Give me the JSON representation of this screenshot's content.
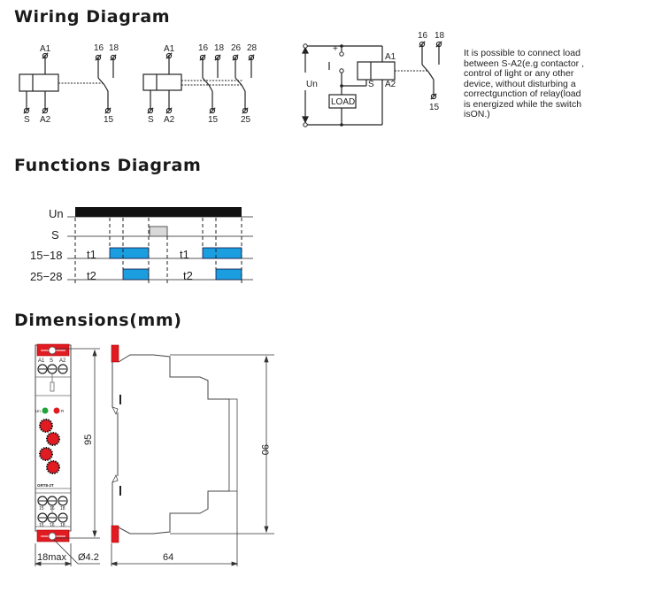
{
  "sections": {
    "wiring": {
      "title": "Wiring Diagram"
    },
    "functions": {
      "title": "Functions Diagram"
    },
    "dimensions": {
      "title": "Dimensions(mm)"
    }
  },
  "wiring": {
    "diagram1": {
      "coil_top": "A1",
      "coil_bottom_left": "S",
      "coil_bottom_right": "A2",
      "contacts_top": [
        "16",
        "18"
      ],
      "contact_common": "15"
    },
    "diagram2": {
      "coil_top": "A1",
      "coil_bottom_left": "S",
      "coil_bottom_right": "A2",
      "contacts_top": [
        "16",
        "18",
        "26",
        "28"
      ],
      "contact_commons": [
        "15",
        "25"
      ]
    },
    "diagram3": {
      "supply_label": "Un",
      "switch_polarity": "+",
      "coil_top": "A1",
      "coil_bottom_left": "S",
      "coil_bottom_right": "A2",
      "load_label": "LOAD",
      "contacts_top": [
        "16",
        "18"
      ],
      "contact_common": "15"
    },
    "note_lines": [
      "It is possible to connect load",
      "between S-A2(e.g contactor ,",
      "control of light or any other",
      "device, without disturbing a",
      "correctgunction of relay(load",
      "is energized while the switch",
      "isON.)"
    ]
  },
  "functions": {
    "rows": [
      {
        "label": "Un"
      },
      {
        "label": "S"
      },
      {
        "label": "15−18",
        "time_labels": [
          "t1",
          "t1"
        ]
      },
      {
        "label": "25−28",
        "time_labels": [
          "t2",
          "t2"
        ]
      }
    ],
    "colors": {
      "supply": "#111111",
      "signal": "#d9d9d9",
      "relay": "#1a9ee0"
    }
  },
  "dimensions": {
    "front": {
      "terminals_top": [
        "A1",
        "S",
        "A2"
      ],
      "leds": [
        {
          "label": "Un",
          "color": "#22a33a"
        },
        {
          "label": "R",
          "color": "#e11b22"
        }
      ],
      "model": "GRT8-2T",
      "terminals_bottom_row1": [
        "15",
        "16",
        "18"
      ],
      "terminals_bottom_row2": [
        "15",
        "16",
        "18"
      ],
      "height_label": "95",
      "width_label": "18max",
      "hole_label": "Ø4.2"
    },
    "side": {
      "height_label": "90",
      "depth_label": "64"
    },
    "accent_color": "#e11b22"
  }
}
